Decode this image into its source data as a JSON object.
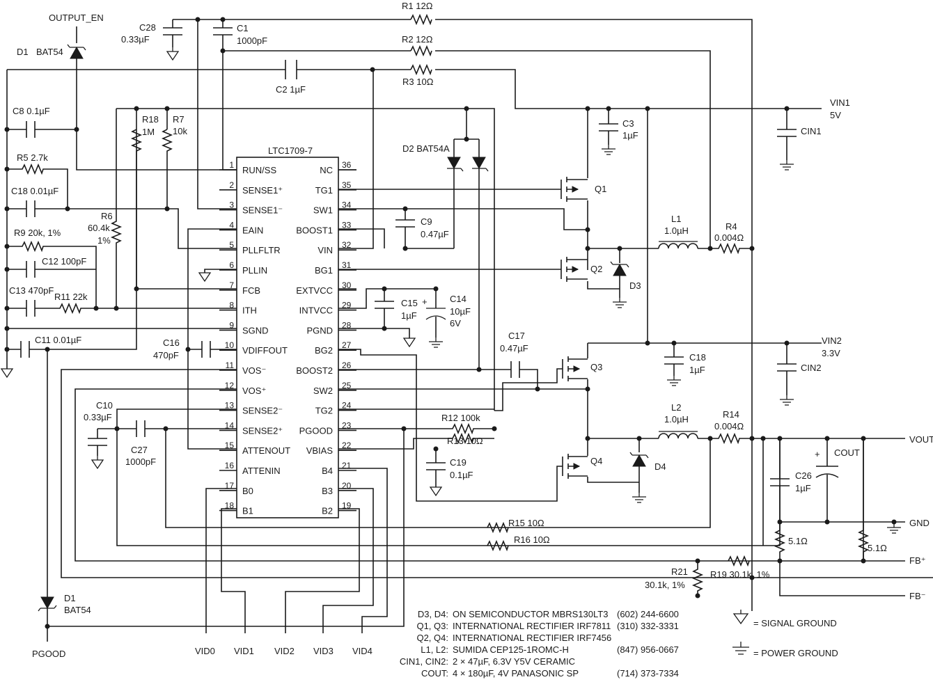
{
  "ic": {
    "name": "LTC1709-7",
    "left_pins": [
      {
        "num": "1",
        "name": "RUN/SS"
      },
      {
        "num": "2",
        "name": "SENSE1⁺"
      },
      {
        "num": "3",
        "name": "SENSE1⁻"
      },
      {
        "num": "4",
        "name": "EAIN"
      },
      {
        "num": "5",
        "name": "PLLFLTR"
      },
      {
        "num": "6",
        "name": "PLLIN"
      },
      {
        "num": "7",
        "name": "FCB"
      },
      {
        "num": "8",
        "name": "ITH"
      },
      {
        "num": "9",
        "name": "SGND"
      },
      {
        "num": "10",
        "name": "VDIFFOUT"
      },
      {
        "num": "11",
        "name": "VOS⁻"
      },
      {
        "num": "12",
        "name": "VOS⁺"
      },
      {
        "num": "13",
        "name": "SENSE2⁻"
      },
      {
        "num": "14",
        "name": "SENSE2⁺"
      },
      {
        "num": "15",
        "name": "ATTENOUT"
      },
      {
        "num": "16",
        "name": "ATTENIN"
      },
      {
        "num": "17",
        "name": "B0"
      },
      {
        "num": "18",
        "name": "B1"
      }
    ],
    "right_pins": [
      {
        "num": "36",
        "name": "NC"
      },
      {
        "num": "35",
        "name": "TG1"
      },
      {
        "num": "34",
        "name": "SW1"
      },
      {
        "num": "33",
        "name": "BOOST1"
      },
      {
        "num": "32",
        "name": "VIN"
      },
      {
        "num": "31",
        "name": "BG1"
      },
      {
        "num": "30",
        "name": "EXTVCC"
      },
      {
        "num": "29",
        "name": "INTVCC"
      },
      {
        "num": "28",
        "name": "PGND"
      },
      {
        "num": "27",
        "name": "BG2"
      },
      {
        "num": "26",
        "name": "BOOST2"
      },
      {
        "num": "25",
        "name": "SW2"
      },
      {
        "num": "24",
        "name": "TG2"
      },
      {
        "num": "23",
        "name": "PGOOD"
      },
      {
        "num": "22",
        "name": "VBIAS"
      },
      {
        "num": "21",
        "name": "B4"
      },
      {
        "num": "20",
        "name": "B3"
      },
      {
        "num": "19",
        "name": "B2"
      }
    ]
  },
  "components": {
    "c28_ref": "C28",
    "c28_val": "0.33µF",
    "c1_ref": "C1",
    "c1_val": "1000pF",
    "r1": "R1  12Ω",
    "r2": "R2  12Ω",
    "r3": "R3 10Ω",
    "c2": "C2 1µF",
    "output_en": "OUTPUT_EN",
    "d1_top_ref": "D1",
    "d1_top_val": "BAT54",
    "c8": "C8 0.1µF",
    "r5": "R5 2.7k",
    "c18a": "C18  0.01µF",
    "r9": "R9 20k, 1%",
    "c12": "C12 100pF",
    "c13": "C13 470pF",
    "r11": "R11 22k",
    "c11": "C11  0.01µF",
    "r18_ref": "R18",
    "r18_val": "1M",
    "r7_ref": "R7",
    "r7_val": "10k",
    "r6_ref": "R6",
    "r6_val": "60.4k",
    "r6_tol": "1%",
    "c16_ref": "C16",
    "c16_val": "470pF",
    "c10_ref": "C10",
    "c10_val": "0.33µF",
    "c27_ref": "C27",
    "c27_val": "1000pF",
    "d2": "D2 BAT54A",
    "c9_ref": "C9",
    "c9_val": "0.47µF",
    "c15_ref": "C15",
    "c15_val": "1µF",
    "c14_ref": "C14",
    "c14_val": "10µF",
    "c14_v": "6V",
    "c17_ref": "C17",
    "c17_val": "0.47µF",
    "r12": "R12  100k",
    "r13": "R13 10Ω",
    "c19_ref": "C19",
    "c19_val": "0.1µF",
    "c3_ref": "C3",
    "c3_val": "1µF",
    "cin1": "CIN1",
    "vin1": "VIN1",
    "vin1_v": "5V",
    "q1": "Q1",
    "q2": "Q2",
    "q3": "Q3",
    "q4": "Q4",
    "d3": "D3",
    "d4": "D4",
    "l1_ref": "L1",
    "l1_val": "1.0µH",
    "r4_ref": "R4",
    "r4_val": "0.004Ω",
    "vin2": "VIN2",
    "vin2_v": "3.3V",
    "c18b_ref": "C18",
    "c18b_val": "1µF",
    "cin2": "CIN2",
    "l2_ref": "L2",
    "l2_val": "1.0µH",
    "r14_ref": "R14",
    "r14_val": "0.004Ω",
    "vout": "VOUT",
    "cout": "COUT",
    "c26_ref": "C26",
    "c26_val": "1µF",
    "gnd": "GND",
    "r_fb1": "5.1Ω",
    "r_fb2": "5.1Ω",
    "r15": "R15 10Ω",
    "r16": "R16 10Ω",
    "fbp": "FB⁺",
    "fbm": "FB⁻",
    "r21_ref": "R21",
    "r21_val": "30.1k, 1%",
    "r19": "R19  30.1k, 1%",
    "d1_bot_ref": "D1",
    "d1_bot_val": "BAT54",
    "pgood": "PGOOD",
    "vid0": "VID0",
    "vid1": "VID1",
    "vid2": "VID2",
    "vid3": "VID3",
    "vid4": "VID4"
  },
  "bom": [
    {
      "ref": "D3, D4:",
      "desc": "ON SEMICONDUCTOR MBRS130LT3",
      "phone": "(602) 244-6600"
    },
    {
      "ref": "Q1, Q3:",
      "desc": "INTERNATIONAL RECTIFIER IRF7811",
      "phone": "(310) 332-3331"
    },
    {
      "ref": "Q2, Q4:",
      "desc": "INTERNATIONAL RECTIFIER IRF7456",
      "phone": ""
    },
    {
      "ref": "L1, L2:",
      "desc": "SUMIDA CEP125-1ROMC-H",
      "phone": "(847) 956-0667"
    },
    {
      "ref": "CIN1, CIN2:",
      "desc": "2 × 47µF, 6.3V Y5V CERAMIC",
      "phone": ""
    },
    {
      "ref": "COUT:",
      "desc": "4 × 180µF, 4V PANASONIC SP",
      "phone": "(714) 373-7334"
    }
  ],
  "legend": {
    "signal_ground": "= SIGNAL GROUND",
    "power_ground": "= POWER GROUND"
  }
}
